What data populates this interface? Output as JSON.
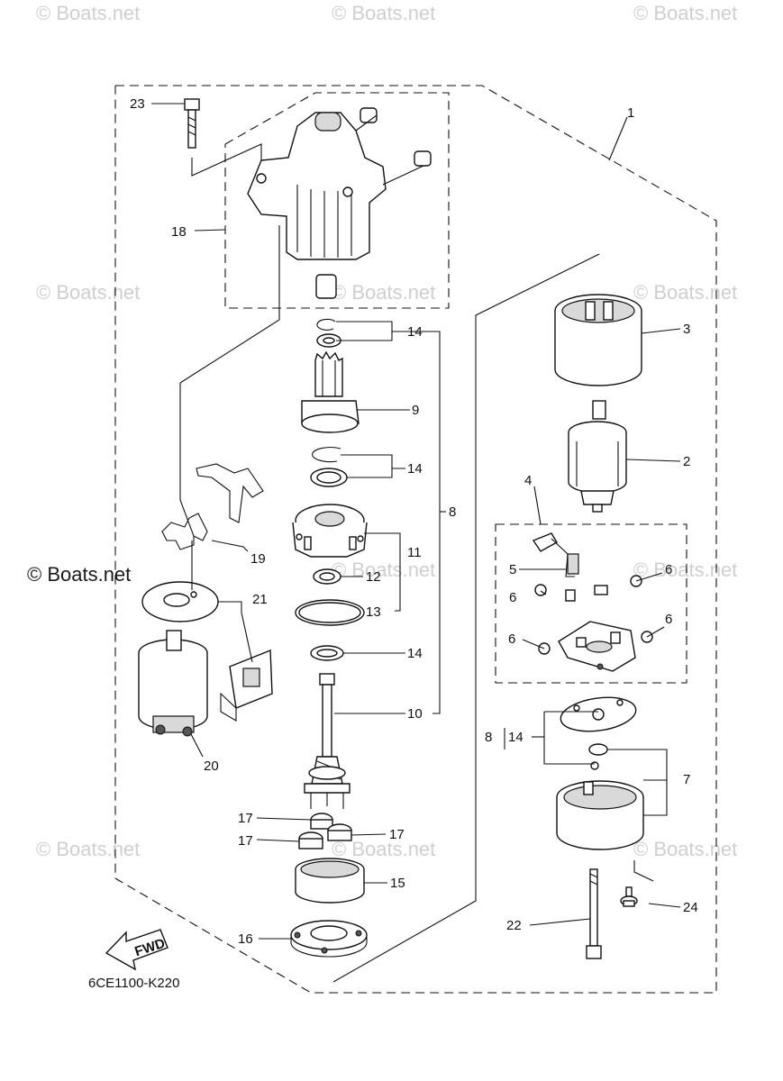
{
  "watermarks": {
    "small": "© Boats.net",
    "large": "© Boats.net"
  },
  "callouts": {
    "c1": "1",
    "c2": "2",
    "c3": "3",
    "c4": "4",
    "c5": "5",
    "c6a": "6",
    "c6b": "6",
    "c6c": "6",
    "c6d": "6",
    "c7": "7",
    "c8a": "8",
    "c8b": "8",
    "c9": "9",
    "c10": "10",
    "c11": "11",
    "c12": "12",
    "c13": "13",
    "c14a": "14",
    "c14b": "14",
    "c14c": "14",
    "c14d": "14",
    "c15": "15",
    "c16": "16",
    "c17a": "17",
    "c17b": "17",
    "c17c": "17",
    "c18": "18",
    "c19": "19",
    "c20": "20",
    "c21": "21",
    "c22": "22",
    "c23": "23",
    "c24": "24"
  },
  "fwd_label": "FWD",
  "diagram_code": "6CE1100-K220"
}
